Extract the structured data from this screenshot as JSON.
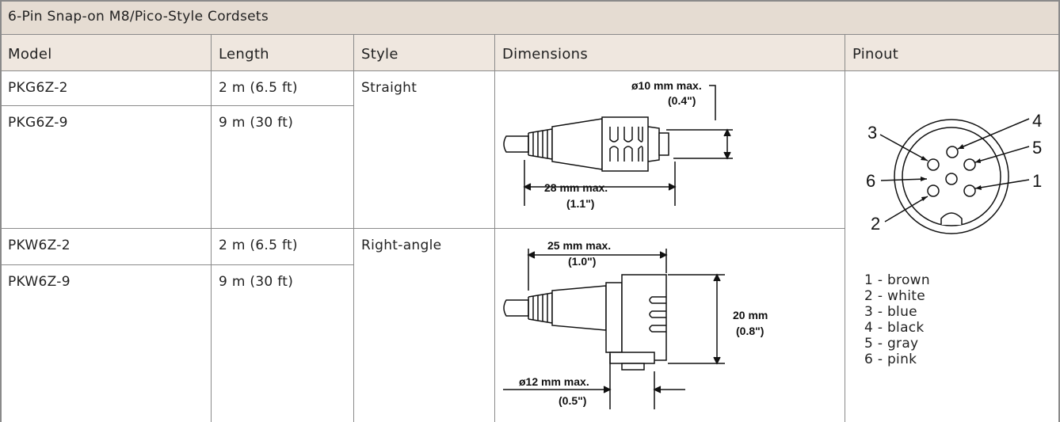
{
  "table": {
    "title": "6-Pin Snap-on M8/Pico-Style Cordsets",
    "headers": [
      "Model",
      "Length",
      "Style",
      "Dimensions",
      "Pinout"
    ],
    "rows": [
      {
        "model": "PKG6Z-2",
        "length": "2 m (6.5 ft)",
        "style": "Straight"
      },
      {
        "model": "PKG6Z-9",
        "length": "9 m (30 ft)",
        "style": ""
      },
      {
        "model": "PKW6Z-2",
        "length": "2 m (6.5 ft)",
        "style": "Right-angle"
      },
      {
        "model": "PKW6Z-9",
        "length": "9 m (30 ft)",
        "style": ""
      }
    ]
  },
  "dimensions": {
    "straight": {
      "diameter": "ø10 mm max.",
      "diameter_in": "(0.4\")",
      "length": "28 mm max.",
      "length_in": "(1.1\")"
    },
    "right_angle": {
      "width": "25 mm max.",
      "width_in": "(1.0\")",
      "height": "20 mm",
      "height_in": "(0.8\")",
      "diameter": "ø12 mm max.",
      "diameter_in": "(0.5\")"
    }
  },
  "pinout": {
    "pin_numbers": [
      "1",
      "2",
      "3",
      "4",
      "5",
      "6"
    ],
    "wire_colors": [
      "1 - brown",
      "2 - white",
      "3 - blue",
      "4 - black",
      "5 - gray",
      "6 - pink"
    ]
  }
}
